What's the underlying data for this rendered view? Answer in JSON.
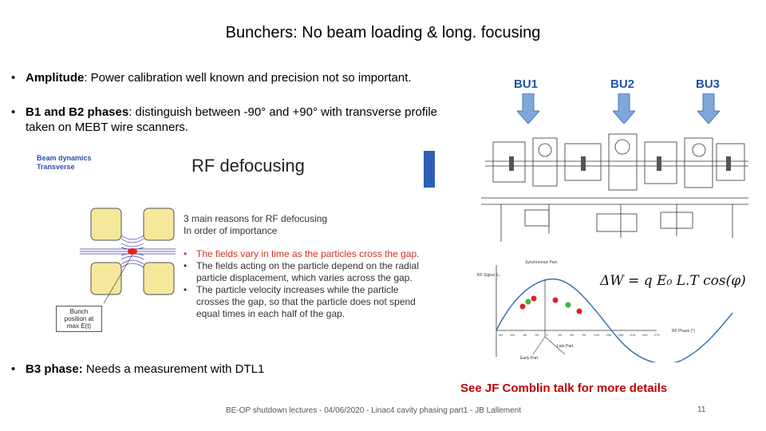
{
  "title": {
    "bold": "Bunchers",
    "rest": ": No beam loading & long. focusing"
  },
  "bullets": [
    {
      "bold": "Amplitude",
      "text": ": Power calibration well known and precision not so important."
    },
    {
      "bold": "B1 and B2 phases",
      "text": ": distinguish between -90° and +90° with transverse profile taken on MEBT wire scanners."
    },
    {
      "bold": "B3 phase:",
      "text": " Needs a measurement with DTL1"
    }
  ],
  "bullet_symbol": "•",
  "rf_slide": {
    "header_lines": [
      "Beam dynamics",
      "Transverse"
    ],
    "title": "RF defocusing",
    "intro_lines": [
      "3 main reasons for RF defocusing",
      "In order of importance"
    ],
    "reasons": [
      "The fields vary in time as the particles cross the gap.",
      "The fields acting on the particle depend on the radial particle displacement, which varies across the gap.",
      "The particle velocity increases while the particle crosses the gap, so that the particle does not spend equal times in each half of the gap."
    ],
    "caption": "Bunch position at max E(t)"
  },
  "buncher_labels": [
    "BU1",
    "BU2",
    "BU3"
  ],
  "rf_plot": {
    "ylabel": "RF Signal E₀",
    "xlabel": "RF Phase (°)",
    "synch_label": "Synchronous Part.",
    "early_label": "Early Part.",
    "late_label": "Late Part.",
    "x_ticks": [
      "-90",
      "-60",
      "-45",
      "-30",
      "0",
      "30",
      "60",
      "90",
      "120",
      "150",
      "180",
      "210",
      "240",
      "270"
    ]
  },
  "formula": "ΔW = q E₀ L.T cos(φ)",
  "details_text": "See JF Comblin talk for more details",
  "footer": "BE-OP shutdown lectures - 04/06/2020 - Linac4 cavity phasing part1 - JB Lallement",
  "page_number": "11",
  "colors": {
    "bu_label": "#2054a8",
    "details": "#c00000",
    "arrow_fill": "#7fa7d9",
    "red_text": "#d0312d",
    "green_dot": "#3cb43c",
    "red_dot": "#e02020"
  }
}
